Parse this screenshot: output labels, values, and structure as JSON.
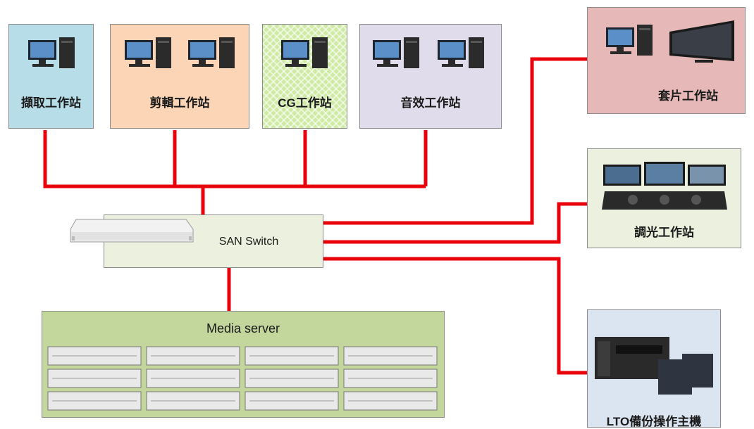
{
  "nodes": {
    "capture": {
      "label": "擷取工作站",
      "color": "#b7dde8"
    },
    "edit": {
      "label": "剪輯工作站",
      "color": "#fbd5b5"
    },
    "cg": {
      "label": "CG工作站",
      "color": "#cfeaa4"
    },
    "audio": {
      "label": "音效工作站",
      "color": "#e0dcec"
    },
    "finishing": {
      "label": "套片工作站",
      "color": "#e6b9b8"
    },
    "grading": {
      "label": "調光工作站",
      "color": "#ebf1de"
    },
    "san": {
      "label": "SAN Switch",
      "color": "#ebf1de"
    },
    "media": {
      "label": "Media server",
      "color": "#c3d69b"
    },
    "lto": {
      "label": "LTO備份操作主機",
      "color": "#dbe5f1"
    }
  },
  "colors": {
    "wire": "#e8000b"
  },
  "icons": [
    "desktop-computer-icon",
    "tv-monitor-icon",
    "grading-console-icon",
    "san-switch-device-icon",
    "server-rack-icon",
    "lto-drive-icon",
    "lto-tape-icon"
  ]
}
